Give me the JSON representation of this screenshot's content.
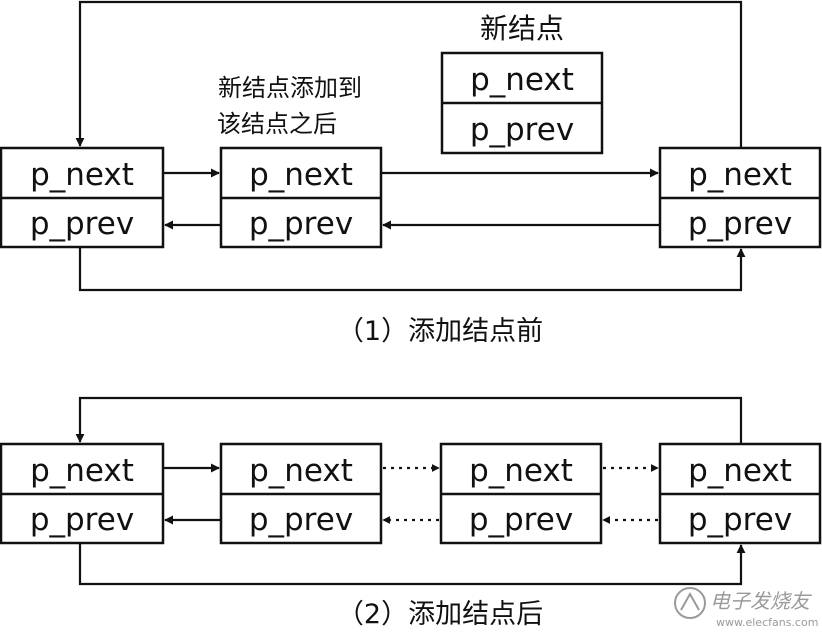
{
  "fields": {
    "next": "p_next",
    "prev": "p_prev"
  },
  "diagram1": {
    "new_node_title": "新结点",
    "insert_note_line1": "新结点添加到",
    "insert_note_line2": "该结点之后",
    "caption": "（1）添加结点前"
  },
  "diagram2": {
    "caption": "（2）添加结点后"
  },
  "watermark": {
    "text": "电子发烧友",
    "url": "www.elecfans.com"
  }
}
